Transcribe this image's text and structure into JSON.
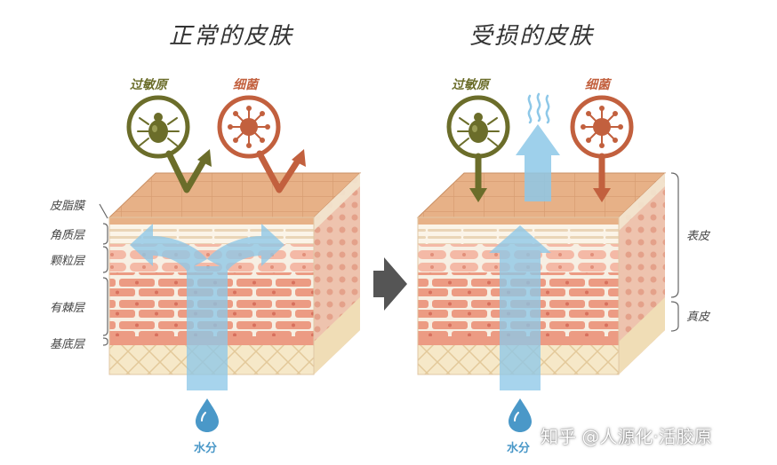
{
  "left_panel": {
    "title": "正常的皮肤",
    "allergen_label": "过敏原",
    "bacteria_label": "细菌",
    "layers": [
      "皮脂膜",
      "角质层",
      "颗粒层",
      "有棘层",
      "基底层"
    ],
    "water_label": "水分"
  },
  "right_panel": {
    "title": "受损的皮肤",
    "allergen_label": "过敏原",
    "bacteria_label": "细菌",
    "region_labels": [
      "表皮",
      "真皮"
    ],
    "water_label": "水分"
  },
  "watermark": "知乎 @人源化·活胶原",
  "colors": {
    "allergen": "#6b6d2a",
    "bacteria": "#c2603e",
    "water": "#8ec8e8",
    "sebum": "#e7b187",
    "cell": "#ec9b83",
    "dermis": "#f3e2bf"
  }
}
